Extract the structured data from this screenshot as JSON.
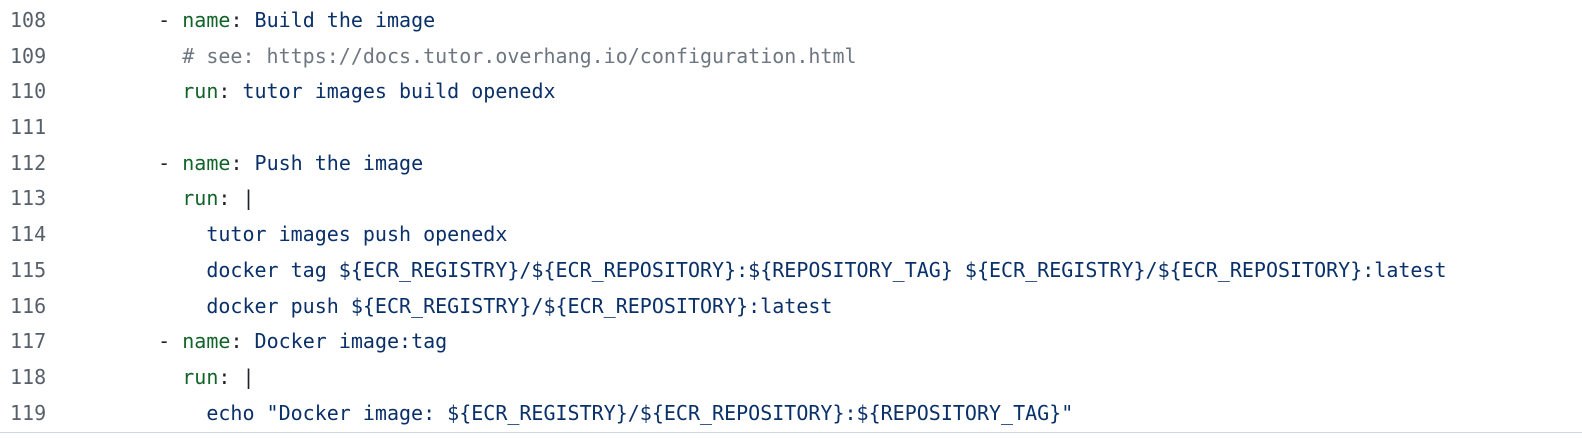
{
  "lines": [
    {
      "num": "108",
      "indent": "    ",
      "dash": "- ",
      "key": "name",
      "sep": ": ",
      "val": "Build the image"
    },
    {
      "num": "109",
      "indent": "      ",
      "comment": "# see: https://docs.tutor.overhang.io/configuration.html"
    },
    {
      "num": "110",
      "indent": "      ",
      "key": "run",
      "sep": ": ",
      "val": "tutor images build openedx"
    },
    {
      "num": "111",
      "indent": ""
    },
    {
      "num": "112",
      "indent": "    ",
      "dash": "- ",
      "key": "name",
      "sep": ": ",
      "val": "Push the image"
    },
    {
      "num": "113",
      "indent": "      ",
      "key": "run",
      "sep": ": ",
      "val": "|"
    },
    {
      "num": "114",
      "indent": "        ",
      "val": "tutor images push openedx"
    },
    {
      "num": "115",
      "indent": "        ",
      "val": "docker tag ${ECR_REGISTRY}/${ECR_REPOSITORY}:${REPOSITORY_TAG} ${ECR_REGISTRY}/${ECR_REPOSITORY}:latest"
    },
    {
      "num": "116",
      "indent": "        ",
      "val": "docker push ${ECR_REGISTRY}/${ECR_REPOSITORY}:latest"
    },
    {
      "num": "117",
      "indent": "    ",
      "dash": "- ",
      "key": "name",
      "sep": ": ",
      "val": "Docker image:tag"
    },
    {
      "num": "118",
      "indent": "      ",
      "key": "run",
      "sep": ": ",
      "val": "|"
    },
    {
      "num": "119",
      "indent": "        ",
      "val": "echo \"Docker image: ${ECR_REGISTRY}/${ECR_REPOSITORY}:${REPOSITORY_TAG}\""
    }
  ],
  "colors": {
    "line_number": "#57606a",
    "key": "#116329",
    "value": "#0a3069",
    "comment": "#6e7781",
    "punctuation": "#1f2328"
  }
}
